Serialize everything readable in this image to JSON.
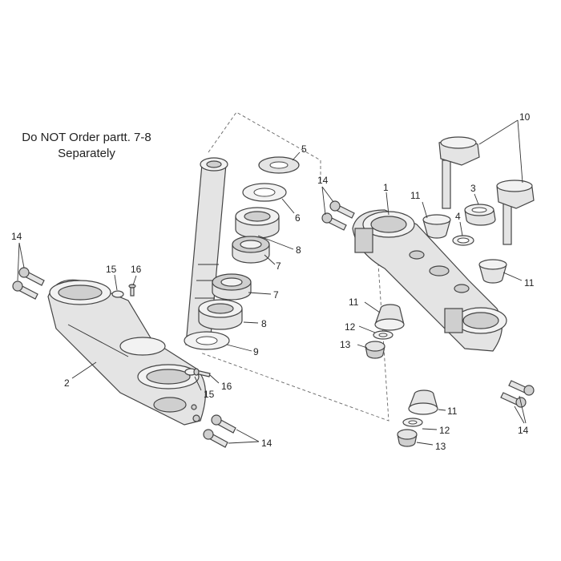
{
  "note": {
    "line1": "Do NOT Order partt. 7-8",
    "line2": "Separately"
  },
  "callouts": [
    {
      "id": "c1",
      "text": "1"
    },
    {
      "id": "c2",
      "text": "2"
    },
    {
      "id": "c3",
      "text": "3"
    },
    {
      "id": "c4",
      "text": "4"
    },
    {
      "id": "c5",
      "text": "5"
    },
    {
      "id": "c6",
      "text": "6"
    },
    {
      "id": "c7a",
      "text": "7"
    },
    {
      "id": "c7b",
      "text": "7"
    },
    {
      "id": "c8a",
      "text": "8"
    },
    {
      "id": "c8b",
      "text": "8"
    },
    {
      "id": "c9",
      "text": "9"
    },
    {
      "id": "c10",
      "text": "10"
    },
    {
      "id": "c11a",
      "text": "11"
    },
    {
      "id": "c11b",
      "text": "11"
    },
    {
      "id": "c11c",
      "text": "11"
    },
    {
      "id": "c11d",
      "text": "11"
    },
    {
      "id": "c12a",
      "text": "12"
    },
    {
      "id": "c12b",
      "text": "12"
    },
    {
      "id": "c13a",
      "text": "13"
    },
    {
      "id": "c13b",
      "text": "13"
    },
    {
      "id": "c14a",
      "text": "14"
    },
    {
      "id": "c14b",
      "text": "14"
    },
    {
      "id": "c14c",
      "text": "14"
    },
    {
      "id": "c14d",
      "text": "14"
    },
    {
      "id": "c15a",
      "text": "15"
    },
    {
      "id": "c15b",
      "text": "15"
    },
    {
      "id": "c16a",
      "text": "16"
    },
    {
      "id": "c16b",
      "text": "16"
    }
  ]
}
